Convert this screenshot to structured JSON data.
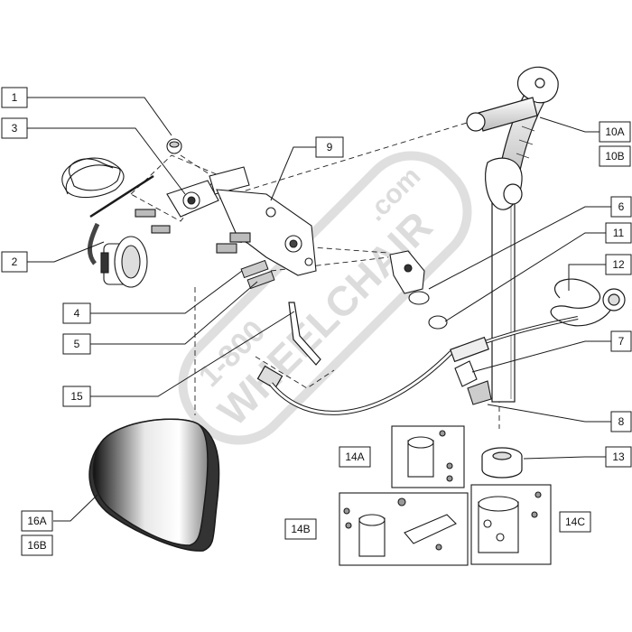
{
  "watermark": {
    "line1": "1-800",
    "line2": "WHEELCHAIR",
    "line3": ".com",
    "color": "#d9d9d9"
  },
  "colors": {
    "stroke": "#1a1a1a",
    "box_fill": "#ffffff",
    "leader": "#1a1a1a",
    "part_fill": "#ffffff",
    "shade": "#bdbdbd"
  },
  "callouts": {
    "c1": "1",
    "c2": "2",
    "c3": "3",
    "c4": "4",
    "c5": "5",
    "c6": "6",
    "c7": "7",
    "c8": "8",
    "c9": "9",
    "c10a": "10A",
    "c10b": "10B",
    "c11": "11",
    "c12": "12",
    "c13": "13",
    "c14a": "14A",
    "c14b": "14B",
    "c14c": "14C",
    "c15": "15",
    "c16a": "16A",
    "c16b": "16B"
  }
}
